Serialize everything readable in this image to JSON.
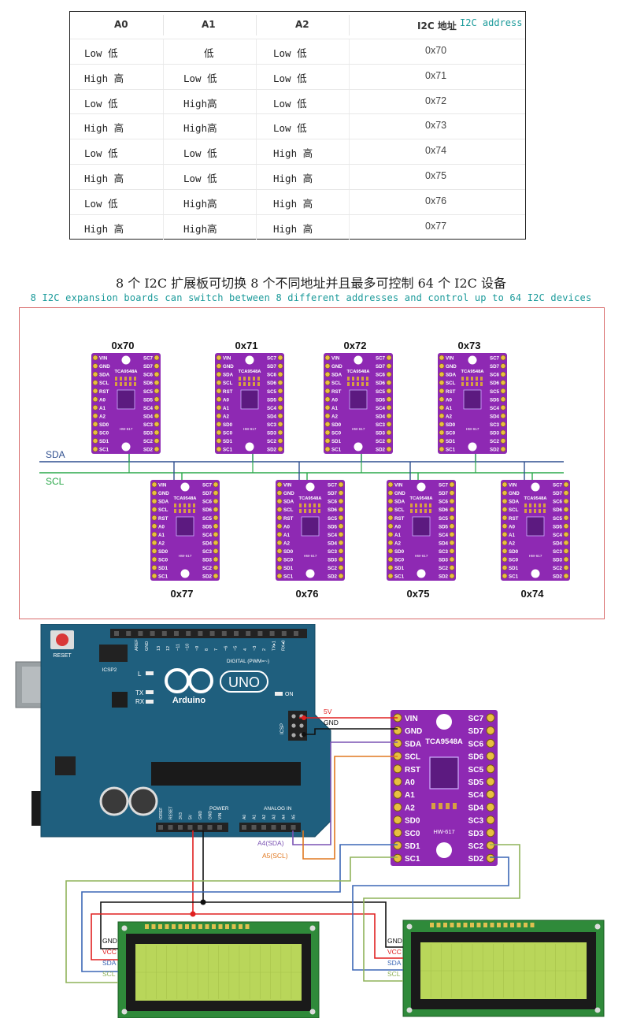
{
  "table": {
    "headers": [
      "A0",
      "A1",
      "A2",
      "I2C 地址"
    ],
    "header_caption": "I2C address",
    "rows": [
      {
        "a0": "Low 低",
        "a1": "低",
        "a2": "Low 低",
        "addr": "0x70"
      },
      {
        "a0": "High 高",
        "a1": "Low 低",
        "a2": "Low 低",
        "addr": "0x71"
      },
      {
        "a0": "Low 低",
        "a1": "High高",
        "a2": "Low 低",
        "addr": "0x72"
      },
      {
        "a0": "High 高",
        "a1": "High高",
        "a2": "Low 低",
        "addr": "0x73"
      },
      {
        "a0": "Low 低",
        "a1": "Low 低",
        "a2": "High 高",
        "addr": "0x74"
      },
      {
        "a0": "High 高",
        "a1": "Low 低",
        "a2": "High 高",
        "addr": "0x75"
      },
      {
        "a0": "Low 低",
        "a1": "High高",
        "a2": "High 高",
        "addr": "0x76"
      },
      {
        "a0": "High 高",
        "a1": "High高",
        "a2": "High 高",
        "addr": "0x77"
      }
    ]
  },
  "caption_cn": "8 个 I2C 扩展板可切换 8 个不同地址并且最多可控制 64 个 I2C 设备",
  "caption_en": "8 I2C expansion boards can switch between 8 different addresses and control up to 64 I2C devices",
  "bus": {
    "sda": "SDA",
    "scl": "SCL"
  },
  "module": {
    "chip": "TCA9548A",
    "model": "HW-617",
    "left_pins": [
      "VIN",
      "GND",
      "SDA",
      "SCL",
      "RST",
      "A0",
      "A1",
      "A2",
      "SD0",
      "SC0",
      "SD1",
      "SC1"
    ],
    "right_pins": [
      "SC7",
      "SD7",
      "SC6",
      "SD6",
      "SC5",
      "SD5",
      "SC4",
      "SD4",
      "SC3",
      "SD3",
      "SC2",
      "SD2"
    ]
  },
  "top_addresses": [
    "0x70",
    "0x71",
    "0x72",
    "0x73"
  ],
  "bottom_addresses": [
    "0x77",
    "0x76",
    "0x75",
    "0x74"
  ],
  "arduino": {
    "reset": "RESET",
    "icsp2": "ICSP2",
    "digital": "DIGITAL (PWM=~)",
    "brand": "Arduino",
    "model": "UNO",
    "on": "ON",
    "l": "L",
    "tx": "TX",
    "rx": "RX",
    "icsp": "ICSP",
    "power": "POWER",
    "analog": "ANALOG IN",
    "aref": "AREF",
    "gnd": "GND",
    "digital_pins": [
      "13",
      "12",
      "~11",
      "~10",
      "~9",
      "8",
      "7",
      "~6",
      "~5",
      "4",
      "~3",
      "2",
      "TX▸1",
      "RX◂0"
    ],
    "power_pins": [
      "IOREF",
      "RESET",
      "3V3",
      "5V",
      "GND",
      "GND",
      "VIN"
    ],
    "analog_pins": [
      "A0",
      "A1",
      "A2",
      "A3",
      "A4",
      "A5"
    ]
  },
  "wiring": {
    "v5": "5V",
    "gnd": "GND",
    "a4": "A4(SDA)",
    "a5": "A5(SCL)",
    "lcd_labels": [
      "GND",
      "VCC",
      "SDA",
      "SCL"
    ]
  },
  "colors": {
    "board_purple": "#8e29b3",
    "arduino_blue": "#1f5f7e",
    "lcd_screen": "#b9d65a",
    "lcd_pcb": "#2f8a3a",
    "wire_red": "#e02020",
    "wire_black": "#111111",
    "wire_purple": "#7a52b3",
    "wire_orange": "#e07820",
    "wire_blue": "#3b67b5",
    "wire_green": "#8fb35a",
    "bus_sda": "#2f4f8f",
    "bus_scl": "#2aa84a",
    "caption_teal": "#1a9a9a"
  }
}
